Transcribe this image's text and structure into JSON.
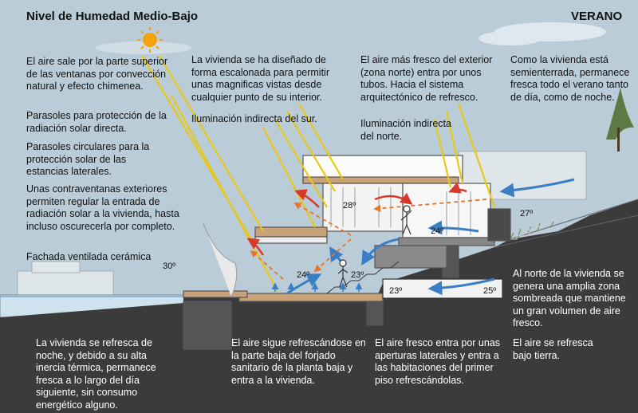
{
  "header": {
    "title": "Nivel de Humedad Medio-Bajo",
    "season": "VERANO"
  },
  "notes": {
    "hot_air_exit": "El aire sale por la parte superior de las ventanas por convección natural y efecto chimenea.",
    "sunshades": "Parasoles para protección de la radiación solar directa.",
    "circular_sunshades": "Parasoles circulares para la protección solar de las estancias laterales.",
    "shutters": "Unas contraventanas exteriores permiten regular la entrada de radiación solar a la vivienda, hasta incluso oscurecerla por completo.",
    "facade": "Fachada ventilada cerámica",
    "stepped_design": "La vivienda se ha diseñado de forma escalonada para permitir unas magnificas vistas desde cualquier punto de su interior.",
    "south_light": "Iluminación indirecta del sur.",
    "cool_air_intake": "El aire más fresco del exterior (zona norte) entra por unos tubos. Hacia el sistema arquitectónico de refresco.",
    "north_light": "Iluminación indirecta del norte.",
    "semi_buried": "Como la vivienda está semienterrada, permanece fresca todo el verano tanto de día, como de noche.",
    "north_shade": "Al norte de la vivienda se genera una amplia zona sombreada que mantiene un gran volumen de aire fresco.",
    "ground_cooling": "El aire se refresca bajo tierra.",
    "night_cooling": "La vivienda se refresca de noche, y debido a su alta inercia térmica, permanece fresca a lo largo del día siguiente, sin consumo energético alguno.",
    "floor_cooling": "El aire sigue refrescándose en la parte baja del forjado sanitario de la planta baja y entra a la vivienda.",
    "side_openings": "El aire fresco entra por unas aperturas laterales y entra a las habitaciones del primer piso refrescándolas."
  },
  "temperatures": {
    "outdoor_south": "30º",
    "upper_room": "28º",
    "north_room": "24º",
    "lower_left": "24º",
    "lower_right": "23º",
    "outdoor_north": "27º",
    "duct_in": "25º",
    "duct_out": "23º"
  },
  "colors": {
    "sky": "#b9ccd8",
    "ground": "#3b3b3b",
    "sun_rays": "#e8c817",
    "cool_air": "#3a7fc4",
    "warm_air": "#d83a2a",
    "sun": "#f5a20c"
  },
  "icons": [
    "sun-icon",
    "person-icon",
    "cool-air-arrow-icon",
    "warm-air-arrow-icon"
  ]
}
